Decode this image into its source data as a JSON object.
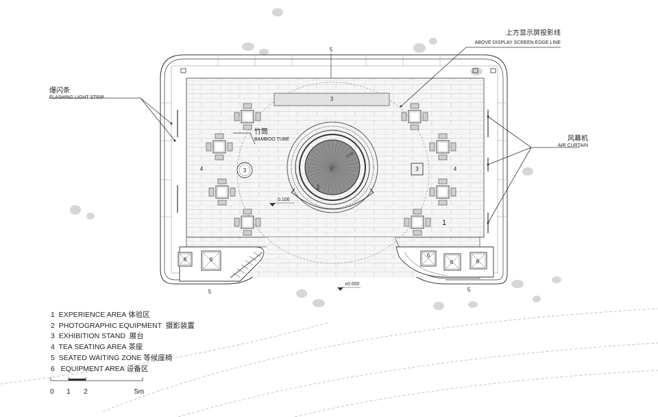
{
  "annotations": {
    "flash_cn": "爆闪条",
    "flash_en": "FLASHING LIGHT STRIP",
    "screen_cn": "上方显示屏投影线",
    "screen_en": "ABOVE DISPLAY SCREEN EDGE LINE",
    "air_cn": "风幕机",
    "air_en": "AIR CURTAIN",
    "bamboo_cn": "竹筒",
    "bamboo_en": "BAMBOO TUBE",
    "level_inner": "0.100",
    "level_outer": "±0.000",
    "level_center": "0.000"
  },
  "zones": {
    "z1": "1",
    "z1b": "1",
    "z2": "2",
    "z3": "3",
    "z3b": "3",
    "z3c": "3",
    "z4l": "4",
    "z4r": "4",
    "z5t": "5",
    "z5bl": "5",
    "z5br": "5",
    "z6a": "6",
    "z6b": "6",
    "z6c": "6",
    "z6d": "6",
    "z6e": "6"
  },
  "legend": [
    {
      "num": "1",
      "en": "EXPERIENCE AREA",
      "cn": "体验区"
    },
    {
      "num": "2",
      "en": "PHOTOGRAPHIC EQUIPMENT",
      "cn": "摄影装置"
    },
    {
      "num": "3",
      "en": "EXHIBITION STAND",
      "cn": "展台"
    },
    {
      "num": "4",
      "en": "TEA SEATING AREA",
      "cn": "茶座"
    },
    {
      "num": "5",
      "en": "SEATED WAITING ZONE",
      "cn": "等候座椅"
    },
    {
      "num": "6",
      "en": "EQUIPMENT AREA",
      "cn": "设备区"
    }
  ],
  "scale": {
    "t0": "0",
    "t1": "1",
    "t2": "2",
    "t5": "5m"
  },
  "colors": {
    "line": "#333333",
    "light": "#bfbfbf",
    "floor": "#f4f4f4",
    "hatch": "#7a7a7a",
    "people": "#d2d2d2"
  }
}
